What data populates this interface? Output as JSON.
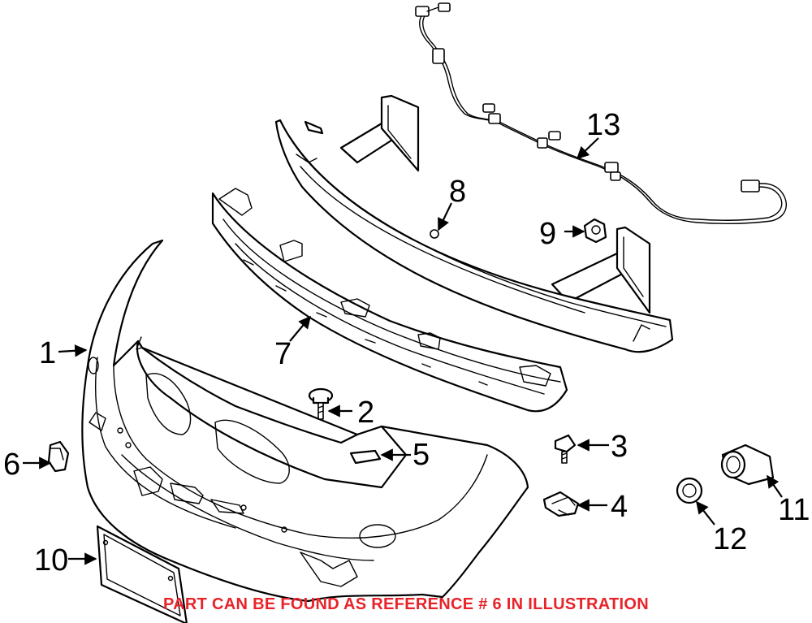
{
  "colors": {
    "line": "#000000",
    "background": "#ffffff",
    "caption": "#e8232a"
  },
  "callouts": [
    "1",
    "2",
    "3",
    "4",
    "5",
    "6",
    "7",
    "8",
    "9",
    "10",
    "11",
    "12",
    "13"
  ],
  "caption": "PART CAN BE FOUND AS REFERENCE # 6 IN ILLUSTRATION"
}
